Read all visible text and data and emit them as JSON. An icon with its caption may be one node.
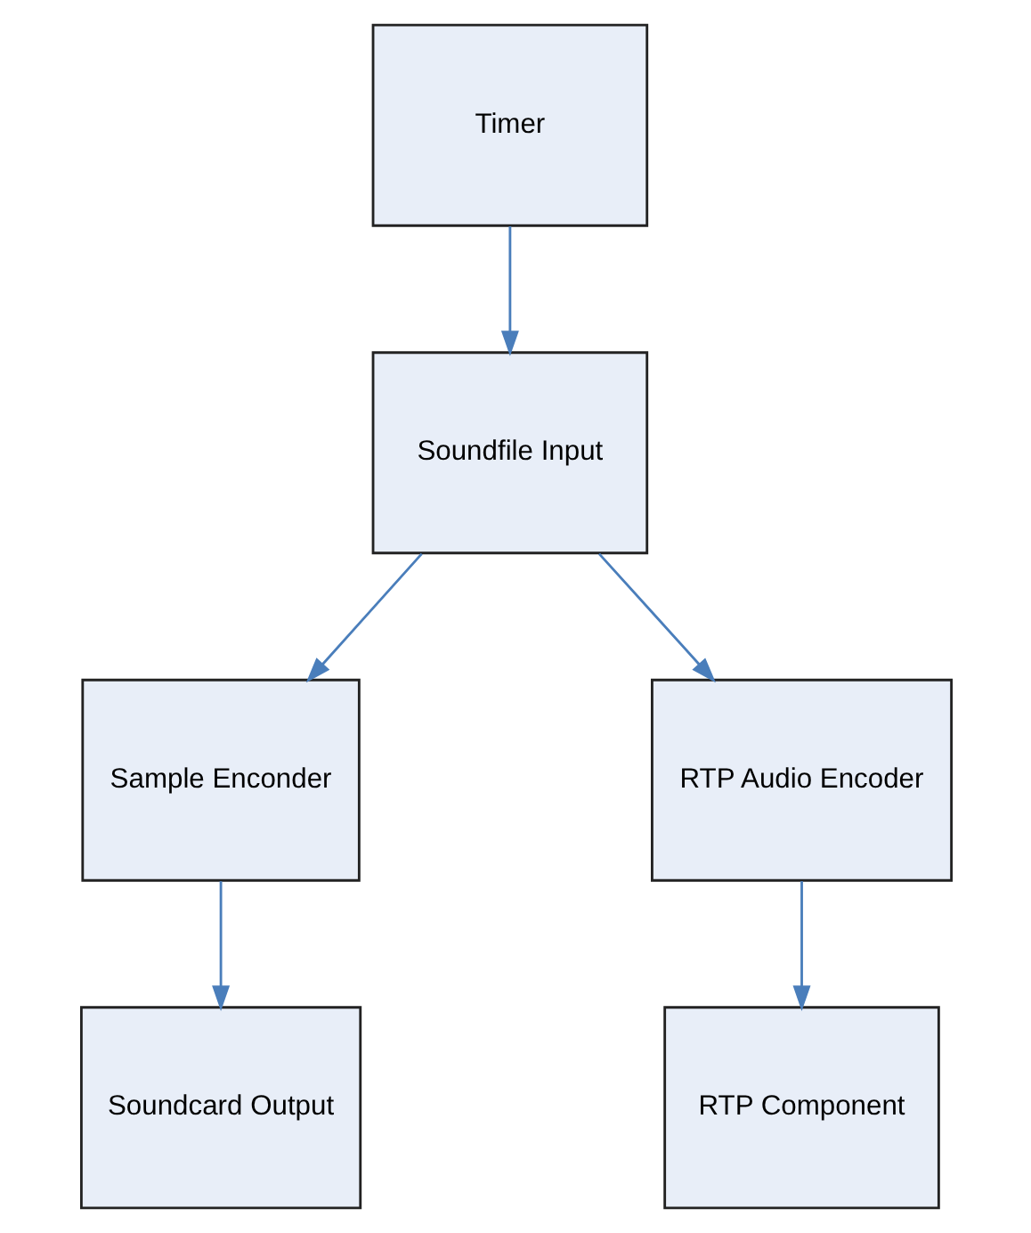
{
  "diagram": {
    "nodes": [
      {
        "text": [
          "Timer"
        ]
      },
      {
        "text": [
          "Soundfile Input"
        ]
      },
      {
        "text": [
          "Sample Enconder"
        ]
      },
      {
        "text": [
          "RTP Audio Encoder"
        ]
      },
      {
        "text": [
          "Soundcard Output"
        ]
      },
      {
        "text": [
          "RTP Component"
        ]
      }
    ],
    "edges": [
      {
        "from": 0,
        "to": 1,
        "arrow": "to"
      },
      {
        "from": 1,
        "to": 2,
        "arrow": "to"
      },
      {
        "from": 1,
        "to": 3,
        "arrow": "to"
      },
      {
        "from": 2,
        "to": 4,
        "arrow": "to"
      },
      {
        "from": 3,
        "to": 5,
        "arrow": "to"
      }
    ]
  }
}
